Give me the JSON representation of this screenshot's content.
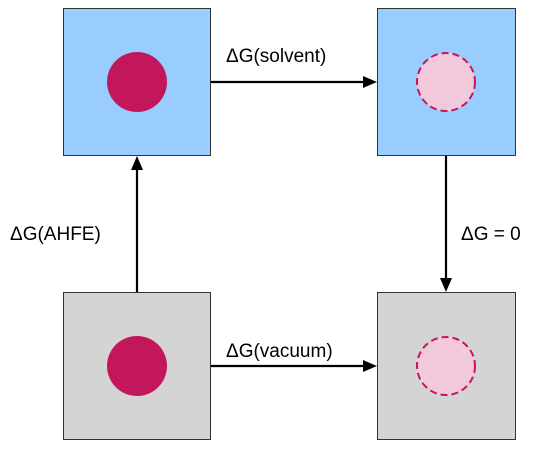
{
  "states": {
    "solvent_full": {
      "environment": "solvent",
      "molecule": "full",
      "color": "#99ccff"
    },
    "solvent_ghost": {
      "environment": "solvent",
      "molecule": "ghost",
      "color": "#99ccff"
    },
    "vacuum_full": {
      "environment": "vacuum",
      "molecule": "full",
      "color": "#d4d4d4"
    },
    "vacuum_ghost": {
      "environment": "vacuum",
      "molecule": "ghost",
      "color": "#d4d4d4"
    }
  },
  "colors": {
    "molecule": "#c2185b",
    "ghost_fill": "#f2c9da",
    "solvent": "#99ccff",
    "vacuum": "#d4d4d4"
  },
  "edges": {
    "solvent": {
      "label": "ΔG(solvent)",
      "from": "solvent_full",
      "to": "solvent_ghost"
    },
    "vacuum": {
      "label": "ΔG(vacuum)",
      "from": "vacuum_full",
      "to": "vacuum_ghost"
    },
    "ahfe": {
      "label": "ΔG(AHFE)",
      "from": "vacuum_full",
      "to": "solvent_full"
    },
    "zero": {
      "label": "ΔG = 0",
      "from": "solvent_ghost",
      "to": "vacuum_ghost"
    }
  }
}
